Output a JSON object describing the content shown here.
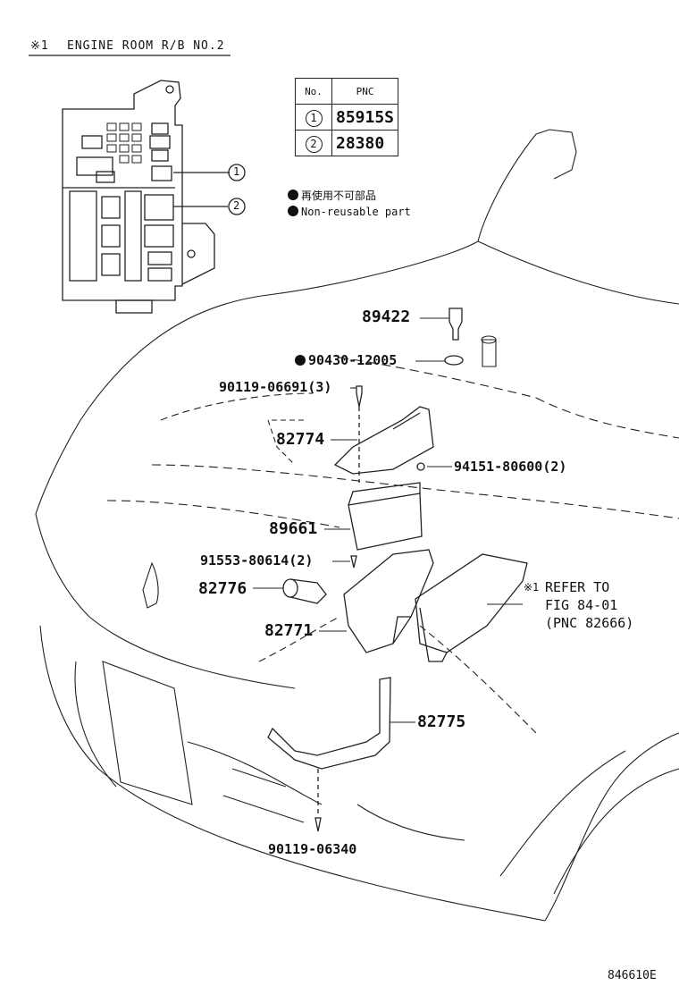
{
  "header": {
    "mark": "※1",
    "title": "ENGINE ROOM R/B NO.2"
  },
  "pnc_table": {
    "col_no": "No.",
    "col_pnc": "PNC",
    "rows": [
      {
        "no": "1",
        "pnc": "85915S"
      },
      {
        "no": "2",
        "pnc": "28380"
      }
    ]
  },
  "legend": {
    "jp": "再使用不可部品",
    "en": "Non-reusable part"
  },
  "callouts": {
    "c1": "1",
    "c2": "2"
  },
  "parts": {
    "p89422": "89422",
    "p90430": "90430-12005",
    "p90119a": "90119-06691(3)",
    "p82774": "82774",
    "p94151": "94151-80600(2)",
    "p89661": "89661",
    "p91553": "91553-80614(2)",
    "p82776": "82776",
    "p82771": "82771",
    "p82775": "82775",
    "p90119b": "90119-06340"
  },
  "refer": {
    "mark": "※1",
    "line1": "REFER TO",
    "line2": "FIG 84-01",
    "line3": "(PNC 82666)"
  },
  "figure_id": "846610E"
}
